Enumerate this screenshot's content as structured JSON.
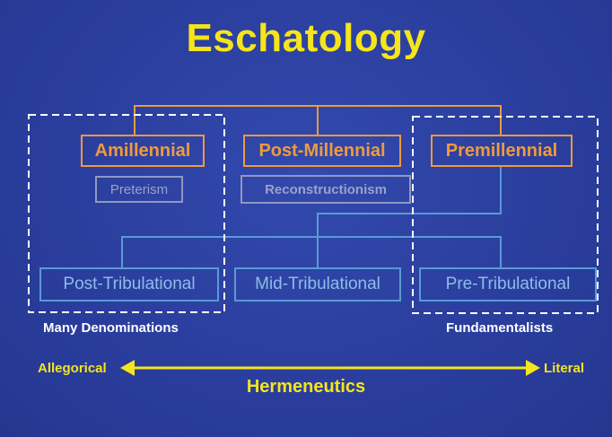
{
  "title": "Eschatology",
  "nodes": {
    "amillennial": "Amillennial",
    "post_millennial": "Post-Millennial",
    "premillennial": "Premillennial",
    "preterism": "Preterism",
    "reconstructionism": "Reconstructionism",
    "post_tribulational": "Post-Tribulational",
    "mid_tribulational": "Mid-Tribulational",
    "pre_tribulational": "Pre-Tribulational"
  },
  "groups": {
    "left": "Many Denominations",
    "right": "Fundamentalists"
  },
  "axis": {
    "left": "Allegorical",
    "right": "Literal",
    "caption": "Hermeneutics"
  },
  "colors": {
    "background": "#2b3fa0",
    "title": "#f5e51a",
    "primary_nodes": "#ee9a3c",
    "secondary_nodes": "#9098c2",
    "tribulation_nodes": "#5a9ad6",
    "group_borders": "#ffffff"
  }
}
